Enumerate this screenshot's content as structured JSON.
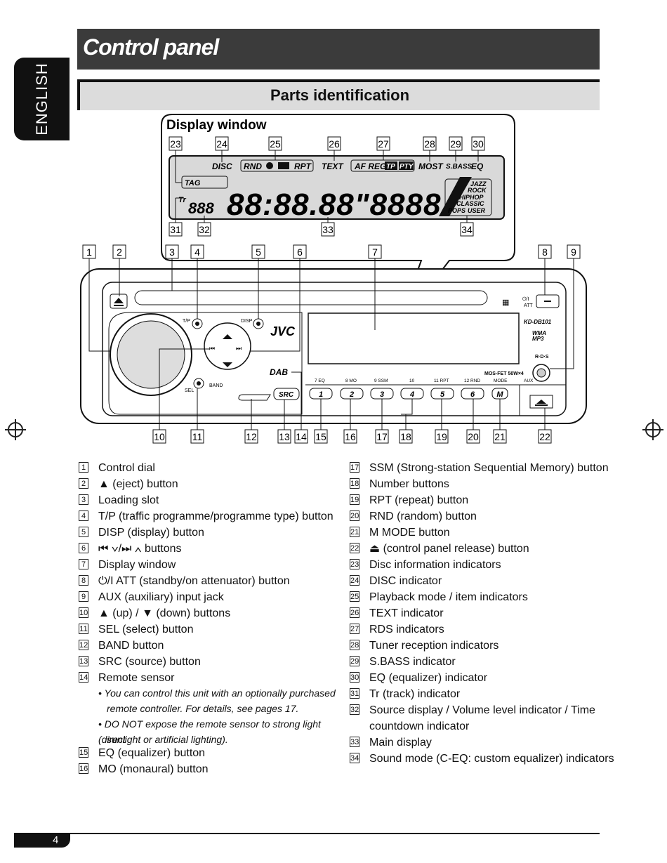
{
  "side_tab": "ENGLISH",
  "title": "Control panel",
  "subtitle": "Parts identification",
  "display_window": {
    "title": "Display window",
    "callouts_top": [
      "23",
      "24",
      "25",
      "26",
      "27",
      "28",
      "29",
      "30"
    ],
    "callouts_bottom": [
      "31",
      "32",
      "33",
      "34"
    ],
    "lcd": {
      "disc": "DISC",
      "rnd": "RND",
      "rpt": "RPT",
      "text": "TEXT",
      "af_reg": "AF REG",
      "tp": "TP",
      "pty": "PTY",
      "most": "MOST",
      "sbass": "S.BASS",
      "eq": "EQ",
      "tag": "TAG",
      "tr": "Tr",
      "small_digits": "888",
      "main_digits": "88:88.88\"8888",
      "modes": [
        "JAZZ",
        "ROCK",
        "HIPHOP",
        "CLASSIC",
        "POPS",
        "USER"
      ]
    }
  },
  "unit": {
    "callouts_top": [
      "1",
      "2",
      "3",
      "4",
      "5",
      "6",
      "7",
      "8",
      "9"
    ],
    "callouts_bottom": [
      "10",
      "11",
      "12",
      "13",
      "14",
      "15",
      "16",
      "17",
      "18",
      "19",
      "20",
      "21",
      "22"
    ],
    "labels": {
      "tp": "T/P",
      "disp": "DISP",
      "brand": "JVC",
      "model": "KD-DB101",
      "wma": "WMA",
      "mp3": "MP3",
      "rds": "R·D·S",
      "att": "ATT",
      "power": "⏻/I",
      "sel": "SEL",
      "band": "BAND",
      "src": "SRC",
      "dab": "DAB",
      "mosfet": "MOS-FET  50W×4",
      "mode": "MODE",
      "aux": "AUX",
      "m": "M",
      "preset_labels": [
        "7  EQ",
        "8  MO",
        "9  SSM",
        "10",
        "11  RPT",
        "12  RND"
      ],
      "buttons": [
        "1",
        "2",
        "3",
        "4",
        "5",
        "6"
      ]
    }
  },
  "parts_left": [
    {
      "n": "1",
      "t": "Control dial"
    },
    {
      "n": "2",
      "t": "▲ (eject) button"
    },
    {
      "n": "3",
      "t": "Loading slot"
    },
    {
      "n": "4",
      "t": "T/P (traffic programme/programme type) button"
    },
    {
      "n": "5",
      "t": "DISP (display) button"
    },
    {
      "n": "6",
      "t": "⏮ ∨/⏭ ∧ buttons"
    },
    {
      "n": "7",
      "t": "Display window"
    },
    {
      "n": "8",
      "t": "⏻/I ATT (standby/on attenuator) button"
    },
    {
      "n": "9",
      "t": "AUX (auxiliary) input jack"
    },
    {
      "n": "10",
      "t": "▲ (up) / ▼ (down) buttons"
    },
    {
      "n": "11",
      "t": "SEL (select) button"
    },
    {
      "n": "12",
      "t": "BAND button"
    },
    {
      "n": "13",
      "t": "SRC (source) button"
    },
    {
      "n": "14",
      "t": "Remote sensor"
    }
  ],
  "notes_14": [
    "• You can control this unit with an optionally purchased",
    "remote controller. For details, see pages 17.",
    "• DO NOT expose the remote sensor to strong light (direct",
    "sunlight or artificial lighting)."
  ],
  "parts_left2": [
    {
      "n": "15",
      "t": "EQ (equalizer) button"
    },
    {
      "n": "16",
      "t": "MO (monaural) button"
    }
  ],
  "parts_right": [
    {
      "n": "17",
      "t": "SSM (Strong-station Sequential Memory) button"
    },
    {
      "n": "18",
      "t": "Number buttons"
    },
    {
      "n": "19",
      "t": "RPT (repeat) button"
    },
    {
      "n": "20",
      "t": "RND (random) button"
    },
    {
      "n": "21",
      "t": "M MODE button"
    },
    {
      "n": "22",
      "t": "⏏ (control panel release) button"
    },
    {
      "n": "23",
      "t": "Disc information indicators"
    },
    {
      "n": "24",
      "t": "DISC indicator"
    },
    {
      "n": "25",
      "t": "Playback mode / item indicators"
    },
    {
      "n": "26",
      "t": "TEXT indicator"
    },
    {
      "n": "27",
      "t": "RDS indicators"
    },
    {
      "n": "28",
      "t": "Tuner reception indicators"
    },
    {
      "n": "29",
      "t": "S.BASS indicator"
    },
    {
      "n": "30",
      "t": "EQ (equalizer) indicator"
    },
    {
      "n": "31",
      "t": "Tr (track) indicator"
    },
    {
      "n": "32",
      "t": "Source display / Volume level indicator / Time"
    },
    {
      "n": "",
      "t": "countdown indicator"
    },
    {
      "n": "33",
      "t": "Main display"
    },
    {
      "n": "34",
      "t": "Sound mode (C-EQ: custom equalizer) indicators"
    }
  ],
  "page_number": "4"
}
